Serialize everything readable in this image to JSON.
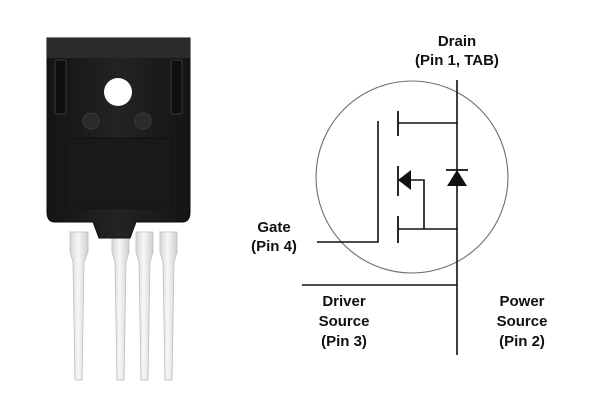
{
  "colors": {
    "package_body": "#1c1c1e",
    "package_tab": "#2a2a2c",
    "lead": "#e9e9ea",
    "line": "#111111"
  },
  "icons": {
    "transistor_package": "to-247-4-package-photo",
    "schematic_symbol": "n-channel-mosfet-with-body-diode"
  },
  "labels": {
    "drain_line1": "Drain",
    "drain_line2": "(Pin 1, TAB)",
    "gate_line1": "Gate",
    "gate_line2": "(Pin 4)",
    "driver_source_line1": "Driver",
    "driver_source_line2": "Source",
    "driver_source_line3": "(Pin 3)",
    "power_source_line1": "Power",
    "power_source_line2": "Source",
    "power_source_line3": "(Pin 2)"
  }
}
